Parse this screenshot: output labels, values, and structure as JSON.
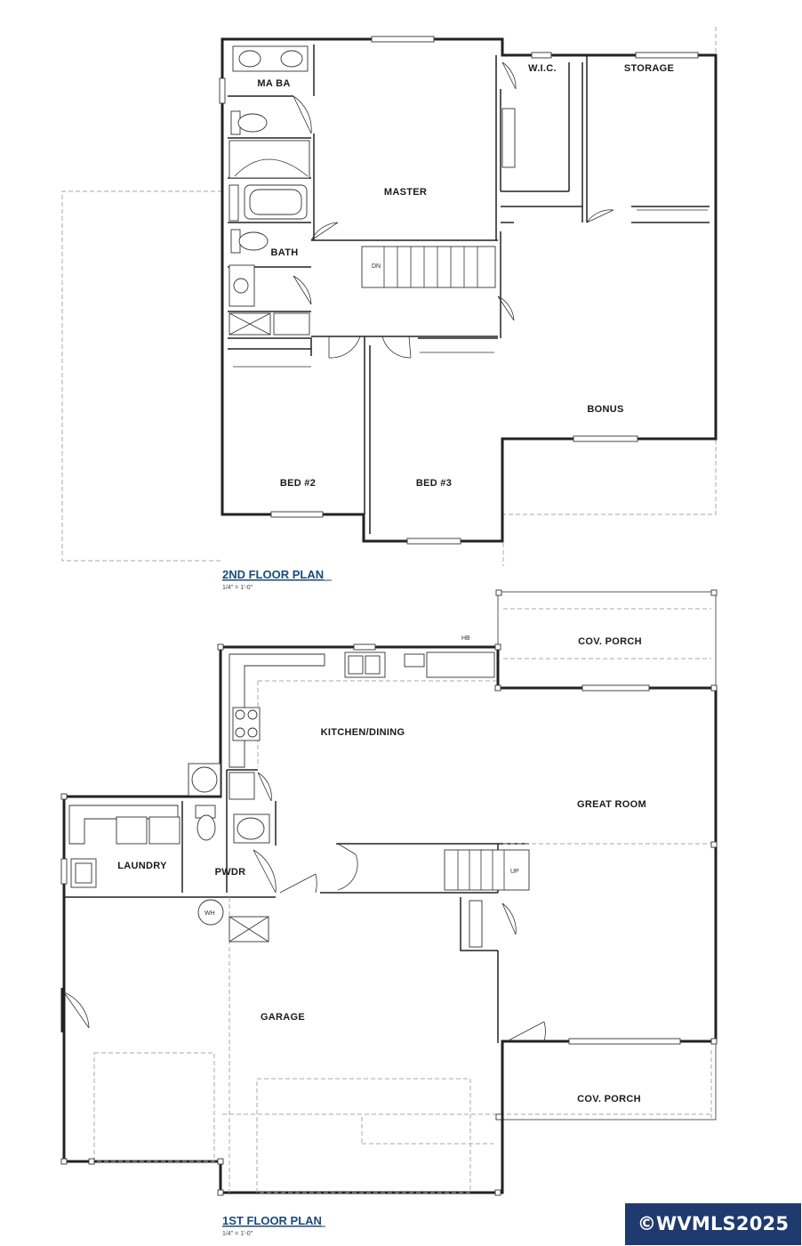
{
  "second_floor": {
    "title": "2ND FLOOR PLAN",
    "scale": "1/4\" = 1'-0\"",
    "rooms": {
      "ma_ba": "MA BA",
      "master": "MASTER",
      "wic": "W.I.C.",
      "storage": "STORAGE",
      "bath": "BATH",
      "bonus": "BONUS",
      "bed2": "BED #2",
      "bed3": "BED #3"
    },
    "stair_label": "DN"
  },
  "first_floor": {
    "title": "1ST FLOOR PLAN",
    "scale": "1/4\" = 1'-0\"",
    "rooms": {
      "cov_porch_top": "COV. PORCH",
      "kitchen": "KITCHEN/DINING",
      "great_room": "GREAT ROOM",
      "laundry": "LAUNDRY",
      "pwdr": "PWDR",
      "garage": "GARAGE",
      "cov_porch_bottom": "COV. PORCH"
    },
    "stair_label": "UP",
    "hose_bib": "HB",
    "water_heater": "WH"
  },
  "watermark": "©WVMLS2025",
  "colors": {
    "title": "#1c4a7a",
    "badge": "#1e3a6e"
  }
}
